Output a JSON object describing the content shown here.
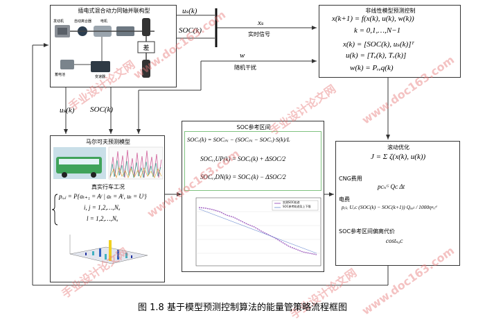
{
  "caption": "图 1.8 基于模型预测控制算法的能量管策略流程框图",
  "hybrid_box": {
    "title": "插电式混合动力同轴并联构型",
    "components": [
      "发动机",
      "自动离合器",
      "电机",
      "蓄电池",
      "变速器"
    ]
  },
  "nonlinear_box": {
    "title": "非线性模型预测控制",
    "eq1": "x(k+1) = f(x(k), u(k), w(k))",
    "eq2": "k = 0,1,…,N−1",
    "eq3": "x(k) = [SOC(k), uₛ(k)]ᵀ",
    "eq4": "u(k) = [Tₑ(k), Tᵥ(k)]",
    "eq5": "w(k) = Pᵣₑq(k)"
  },
  "signals": {
    "us_top": "uₛ(k)",
    "soc_top": "SOC(k)",
    "xs": "xₛ",
    "realtime": "实时信号",
    "w": "w",
    "random": "随机干扰",
    "us_left": "uₛ(k)",
    "soc_left": "SOC(k)"
  },
  "markov_box": {
    "title": "马尔可夫预测模型",
    "subtitle": "真实行车工况",
    "eq1": "pᵢ,ⱼ = P{aₜ₊₁ = Aʲ | aₜ = Aⁱ, uₜ = Uˡ}",
    "eq2": "i, j = 1,2,…,Nₐ",
    "eq3": "l = 1,2,…,Nᵤ"
  },
  "soc_box": {
    "title": "SOC参考区间",
    "eq1": "SOCᵣ(k) = SOCᵢₙᵢ − (SOCᵢₙᵢ − SOCₑ)·S(k)/L",
    "eq2": "SOCᵣ,UP(k) = SOCᵣ(k) + ΔSOC/2",
    "eq3": "SOCᵣ,DN(k) = SOCᵣ(k) − ΔSOC/2",
    "legend": [
      "实测SOC轨迹",
      "SOC参考轨迹及上下限"
    ]
  },
  "opt_box": {
    "title": "滚动优化",
    "eq1": "J = Σ ζ(x(k), u(k))",
    "cng_label": "CNG费用",
    "cng_eq": "pᴄₙᴳ Qᴄ Δt",
    "elec_label": "电费",
    "elec_eq": "pₑₗₑ Uₒᴄ (SOC(k) − SOC(k+1)) Qₐₐₜ / 1000ηᵍᵣᵢᵈ",
    "dev_label": "SOC参考区间偏离代价",
    "dev_eq": "costₛₒᴄ"
  },
  "watermarks": [
    "手业设计论文网",
    "www.doc163.com"
  ]
}
